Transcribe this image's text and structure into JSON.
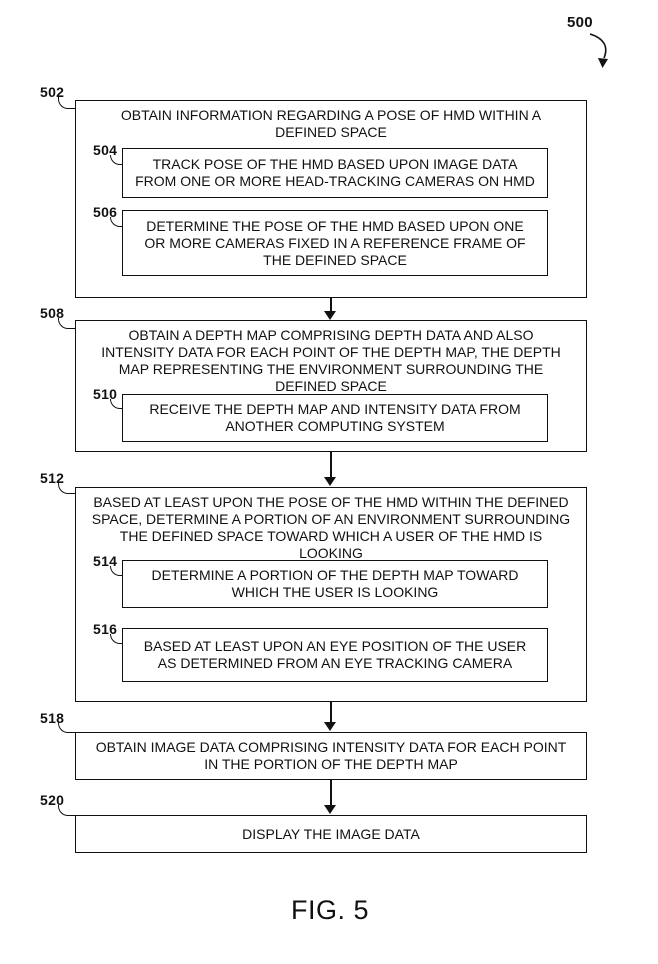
{
  "figure": {
    "number_ref": "500",
    "caption": "FIG. 5"
  },
  "steps": [
    {
      "ref": "502",
      "text": "OBTAIN INFORMATION REGARDING A POSE OF HMD WITHIN A DEFINED SPACE",
      "children": [
        {
          "ref": "504",
          "text": "TRACK POSE OF THE HMD BASED UPON IMAGE DATA FROM ONE OR MORE HEAD-TRACKING CAMERAS ON HMD"
        },
        {
          "ref": "506",
          "text": "DETERMINE THE POSE OF THE HMD BASED UPON ONE OR MORE CAMERAS FIXED IN A REFERENCE FRAME OF THE DEFINED SPACE"
        }
      ]
    },
    {
      "ref": "508",
      "text": "OBTAIN A DEPTH MAP COMPRISING DEPTH DATA AND ALSO INTENSITY DATA FOR EACH POINT OF THE DEPTH MAP, THE DEPTH MAP REPRESENTING THE ENVIRONMENT SURROUNDING THE DEFINED SPACE",
      "children": [
        {
          "ref": "510",
          "text": "RECEIVE THE DEPTH MAP AND INTENSITY DATA FROM ANOTHER COMPUTING SYSTEM"
        }
      ]
    },
    {
      "ref": "512",
      "text": "BASED AT LEAST UPON THE POSE OF THE HMD WITHIN THE DEFINED SPACE, DETERMINE A PORTION OF AN ENVIRONMENT SURROUNDING THE DEFINED SPACE TOWARD WHICH A USER OF THE HMD IS LOOKING",
      "children": [
        {
          "ref": "514",
          "text": "DETERMINE A PORTION OF THE DEPTH MAP TOWARD WHICH THE USER IS LOOKING"
        },
        {
          "ref": "516",
          "text": "BASED AT LEAST UPON AN EYE POSITION OF THE USER AS DETERMINED FROM AN EYE TRACKING CAMERA"
        }
      ]
    },
    {
      "ref": "518",
      "text": "OBTAIN IMAGE DATA COMPRISING INTENSITY DATA FOR EACH POINT IN THE PORTION OF THE DEPTH MAP",
      "children": []
    },
    {
      "ref": "520",
      "text": "DISPLAY THE IMAGE DATA",
      "children": []
    }
  ]
}
